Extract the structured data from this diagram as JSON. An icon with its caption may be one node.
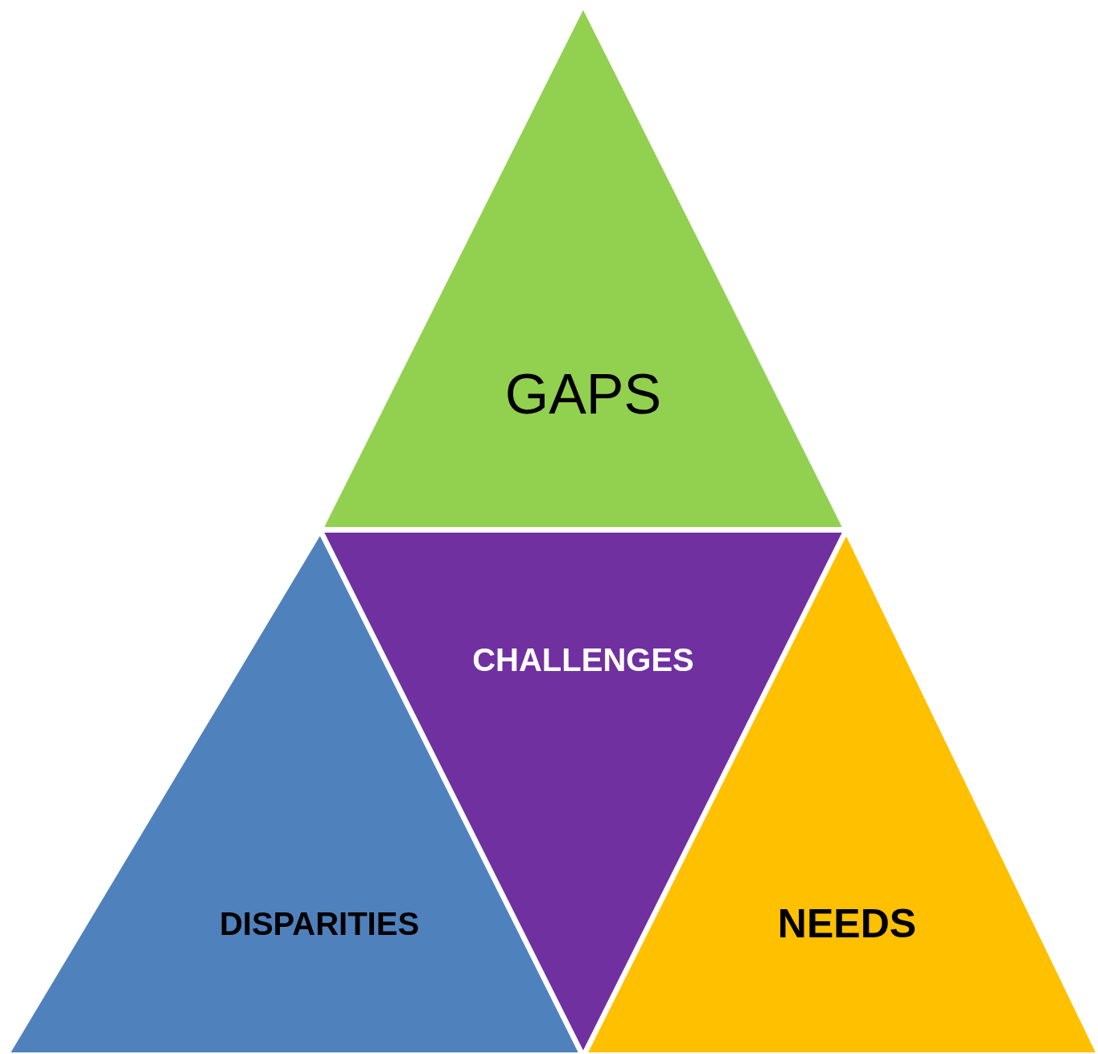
{
  "diagram": {
    "nodes": [
      {
        "text": [
          "GAPS"
        ]
      },
      {
        "text": [
          "CHALLENGES"
        ]
      },
      {
        "text": [
          "DISPARITIES"
        ]
      },
      {
        "text": [
          "NEEDS"
        ]
      }
    ]
  }
}
